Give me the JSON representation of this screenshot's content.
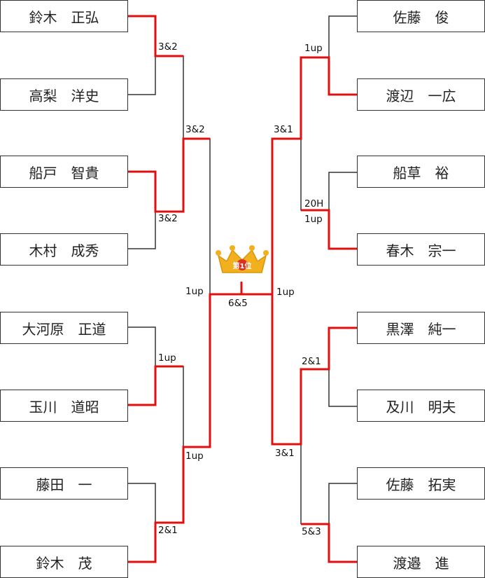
{
  "players": {
    "l1": "鈴木　正弘",
    "l2": "高梨　洋史",
    "l3": "船戸　智貴",
    "l4": "木村　成秀",
    "l5": "大河原　正道",
    "l6": "玉川　道昭",
    "l7": "藤田　一",
    "l8": "鈴木　茂",
    "r1": "佐藤　俊",
    "r2": "渡辺　一広",
    "r3": "船草　裕",
    "r4": "春木　宗一",
    "r5": "黒澤　純一",
    "r6": "及川　明夫",
    "r7": "佐藤　拓実",
    "r8": "渡邉　進"
  },
  "scores": {
    "l_r1_a": "3&2",
    "l_r1_b": "3&2",
    "l_r1_c": "1up",
    "l_r1_d": "2&1",
    "l_r2_a": "3&2",
    "l_r2_b": "1up",
    "l_sf": "1up",
    "r_r1_a": "1up",
    "r_r1_b1": "20H",
    "r_r1_b2": "1up",
    "r_r1_c": "2&1",
    "r_r1_d": "5&3",
    "r_r2_a": "3&1",
    "r_r2_b": "3&1",
    "r_sf": "1up",
    "final": "6&5"
  },
  "crown": {
    "label": "第1位",
    "color": "#f2b01e"
  },
  "colors": {
    "winner_line": "#e01010",
    "bracket_line": "#333333"
  }
}
